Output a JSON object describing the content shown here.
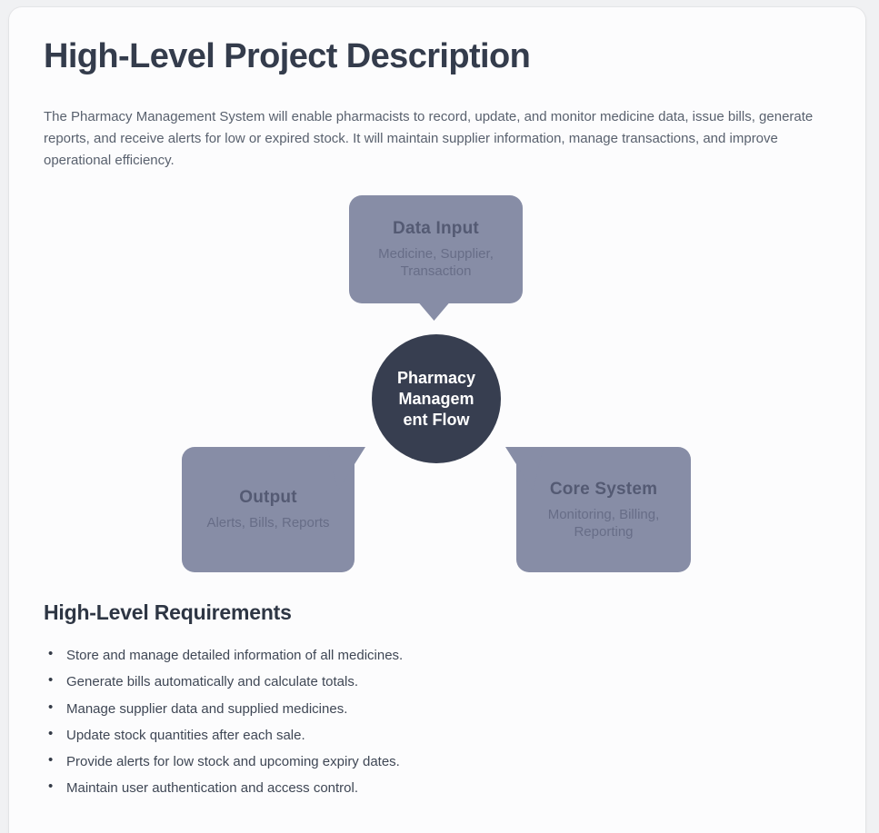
{
  "page": {
    "title": "High-Level Project Description",
    "description": "The Pharmacy Management System will enable pharmacists to record, update, and monitor medicine data, issue bills, generate reports, and receive alerts for low or expired stock. It will maintain supplier information, manage transactions, and improve operational efficiency."
  },
  "diagram": {
    "center": {
      "label": "Pharmacy Management Flow",
      "lines": [
        "Pharmacy",
        "Managem",
        "ent Flow"
      ]
    },
    "nodes": [
      {
        "id": "data-input",
        "title": "Data Input",
        "subtitle": "Medicine, Supplier, Transaction"
      },
      {
        "id": "output",
        "title": "Output",
        "subtitle": "Alerts, Bills, Reports"
      },
      {
        "id": "core-system",
        "title": "Core System",
        "subtitle": "Monitoring, Billing, Reporting"
      }
    ],
    "colors": {
      "node_fill": "#878da6",
      "node_title_text": "#545a73",
      "node_subtitle_text": "#676d87",
      "center_fill": "#373e50",
      "center_text": "#ffffff"
    }
  },
  "requirements": {
    "heading": "High-Level Requirements",
    "items": [
      "Store and manage detailed information of all medicines.",
      "Generate bills automatically and calculate totals.",
      "Manage supplier data and supplied medicines.",
      "Update stock quantities after each sale.",
      "Provide alerts for low stock and upcoming expiry dates.",
      "Maintain user authentication and access control."
    ]
  }
}
